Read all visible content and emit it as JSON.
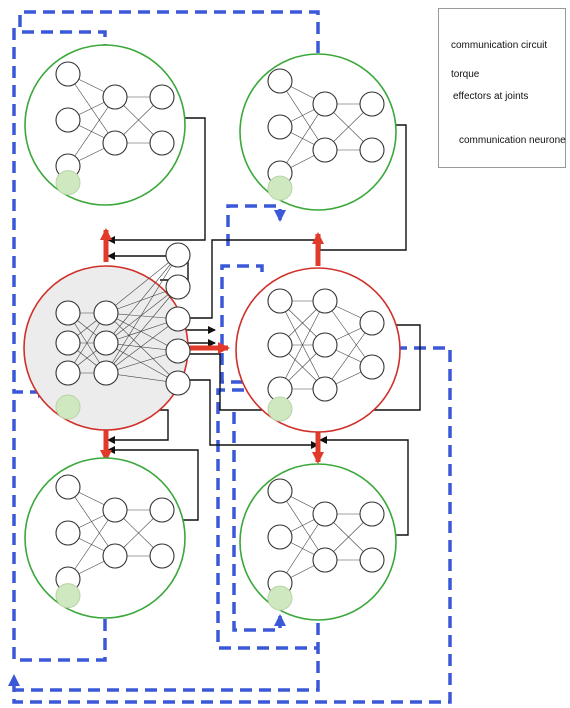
{
  "legend": {
    "communication_circuit": "communication circuit",
    "torque": "torque",
    "effectors_at_joints": "effectors at joints",
    "communication_neurone": "communication neurone"
  },
  "colors": {
    "communication_circuit": "#3a58d8",
    "torque": "#111111",
    "effectors": "#e23a2a",
    "controller_ring": "#3aa83a",
    "central_ring": "#d0302a",
    "communication_neurone_fill": "#cfe8bf",
    "neuron_stroke": "#333333",
    "central_fill": "#ececec"
  },
  "modules": [
    {
      "id": "top-left",
      "ring": "green",
      "layers": [
        3,
        2,
        2
      ]
    },
    {
      "id": "top-right",
      "ring": "green",
      "layers": [
        3,
        2,
        2
      ]
    },
    {
      "id": "center-left",
      "ring": "red",
      "layers": [
        3,
        3,
        5
      ],
      "shaded": true
    },
    {
      "id": "center-right",
      "ring": "red",
      "layers": [
        3,
        3,
        2
      ]
    },
    {
      "id": "bottom-left",
      "ring": "green",
      "layers": [
        3,
        2,
        2
      ]
    },
    {
      "id": "bottom-right",
      "ring": "green",
      "layers": [
        3,
        2,
        2
      ]
    }
  ]
}
